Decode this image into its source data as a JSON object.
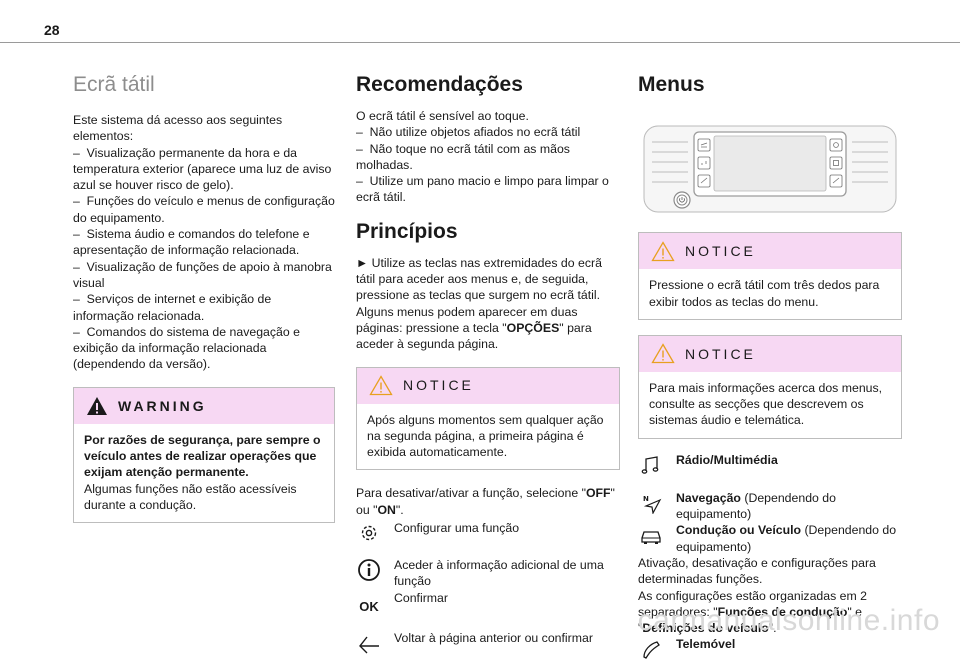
{
  "page_number": "28",
  "col1": {
    "title": "Ecrã tátil",
    "intro": "Este sistema dá acesso aos seguintes elementos:",
    "items": [
      "–  Visualização permanente da hora e da temperatura exterior (aparece uma luz de aviso azul se houver risco de gelo).",
      "–  Funções do veículo e menus de configuração do equipamento.",
      "–  Sistema áudio e comandos do telefone e apresentação de informação relacionada.",
      "–  Visualização de funções de apoio à manobra visual",
      "–  Serviços de internet e exibição de informação relacionada.",
      "–  Comandos do sistema de navegação e exibição da informação relacionada (dependendo da versão)."
    ],
    "warning": {
      "label": "WARNING",
      "bold_text": "Por razões de segurança, pare sempre o veículo antes de realizar operações que exijam atenção permanente.",
      "text": "Algumas funções não estão acessíveis durante a condução."
    }
  },
  "col2": {
    "title": "Recomendações",
    "rec_intro": "O ecrã tátil é sensível ao toque.",
    "rec_items": [
      "–  Não utilize objetos afiados no ecrã tátil",
      "–  Não toque no ecrã tátil com as mãos molhadas.",
      "–  Utilize um pano macio e limpo para limpar o ecrã tátil."
    ],
    "principles_title": "Princípios",
    "principles_pre": "►  Utilize as teclas nas extremidades do ecrã tátil para aceder aos menus e, de seguida, pressione as teclas que surgem no ecrã tátil. Alguns menus podem aparecer em duas páginas: pressione a tecla \"",
    "principles_key": "OPÇÕES",
    "principles_post": "\" para aceder à segunda página.",
    "notice": {
      "label": "NOTICE",
      "text": "Após alguns momentos sem qualquer ação na segunda página, a primeira página é exibida automaticamente."
    },
    "toggle_pre": "Para desativar/ativar a função, selecione \"",
    "toggle_off": "OFF",
    "toggle_mid": "\" ou \"",
    "toggle_on": "ON",
    "toggle_post": "\".",
    "icon_items": {
      "configure": "Configurar uma função",
      "info": "Aceder à informação adicional de uma função",
      "ok_glyph": "OK",
      "confirm": "Confirmar",
      "back": "Voltar à página anterior ou confirmar"
    }
  },
  "col3": {
    "title": "Menus",
    "notice1": {
      "label": "NOTICE",
      "text": "Pressione o ecrã tátil com três dedos para exibir todos as teclas do menu."
    },
    "notice2": {
      "label": "NOTICE",
      "text": "Para mais informações acerca dos menus, consulte as secções que descrevem os sistemas áudio e telemática."
    },
    "radio": "Rádio/Multimédia",
    "nav_bold": "Navegação",
    "nav_rest": " (Dependendo do equipamento)",
    "drive_bold": "Condução ou Veículo",
    "drive_rest": " (Dependendo do equipamento)",
    "drive_desc": "Ativação, desativação e configurações para determinadas funções.",
    "tabs_pre": "As configurações estão organizadas em 2 separadores: \"",
    "tab1": "Funções de condução",
    "tabs_mid": "\" e \"",
    "tab2": "Definições do veículo",
    "tabs_post": "\".",
    "phone": "Telemóvel"
  },
  "watermark": "carmanualsonline.info",
  "colors": {
    "notice_header": "#f7d8f3",
    "title_gray": "#8d8d8d",
    "rule": "#9a9a9a"
  },
  "icons": [
    "warning-triangle-icon",
    "notice-triangle-icon",
    "gear-icon",
    "info-icon",
    "ok-icon",
    "back-arrow-icon",
    "music-note-icon",
    "navigation-arrow-icon",
    "car-icon",
    "phone-icon",
    "power-icon"
  ]
}
